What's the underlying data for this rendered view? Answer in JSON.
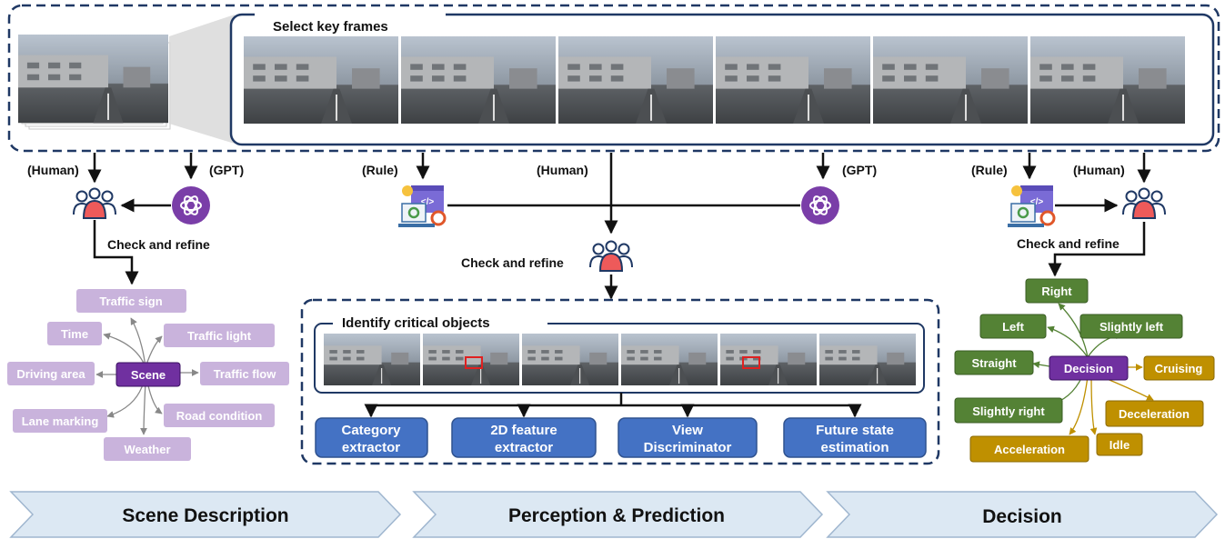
{
  "labels": {
    "select_key_frames": "Select key frames",
    "identify_critical_objects": "Identify critical objects",
    "human": "(Human)",
    "gpt": "(GPT)",
    "rule": "(Rule)",
    "check_and_refine": "Check and refine"
  },
  "scene": {
    "center": "Scene",
    "items": [
      "Traffic sign",
      "Time",
      "Traffic light",
      "Driving area",
      "Traffic flow",
      "Lane marking",
      "Road condition",
      "Weather"
    ]
  },
  "perception": {
    "modules": [
      {
        "line1": "Category",
        "line2": "extractor"
      },
      {
        "line1": "2D feature",
        "line2": "extractor"
      },
      {
        "line1": "View",
        "line2": "Discriminator"
      },
      {
        "line1": "Future state",
        "line2": "estimation"
      }
    ]
  },
  "decision": {
    "center": "Decision",
    "lateral": [
      "Right",
      "Left",
      "Slightly left",
      "Straight",
      "Slightly right"
    ],
    "longitudinal": [
      "Cruising",
      "Deceleration",
      "Idle",
      "Acceleration"
    ]
  },
  "stages": [
    "Scene Description",
    "Perception & Prediction",
    "Decision"
  ],
  "colors": {
    "scene_node": "#c9b3dc",
    "center_node": "#7030a0",
    "lateral_node": "#548235",
    "longitudinal_node": "#bf9000",
    "module": "#4472c4",
    "stage_arrow": "#dce8f3"
  }
}
